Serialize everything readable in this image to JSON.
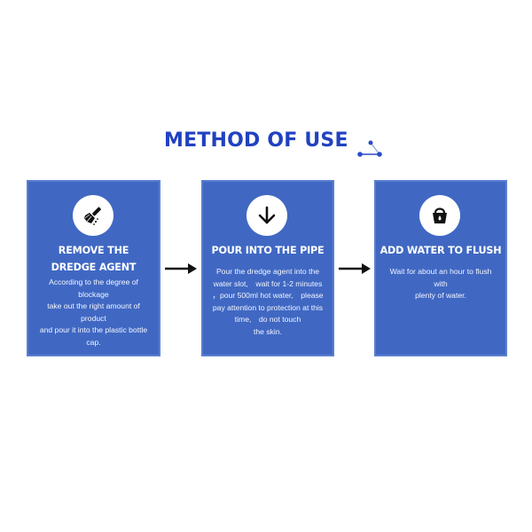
{
  "header": {
    "title": "METHOD OF USE",
    "icon": "network-nodes-icon"
  },
  "colors": {
    "title_blue": "#2141c0",
    "card_blue": "#4068c3",
    "card_border": "#5a7fd0",
    "text_white": "#ffffff",
    "icon_black": "#111111"
  },
  "steps": [
    {
      "icon": "broom-icon",
      "heading_line1": "REMOVE THE",
      "heading_line2": "DREDGE AGENT",
      "body_lines": [
        "According to the degree of",
        "blockage",
        "take out the right amount of",
        "product",
        "and pour it into the plastic bottle",
        "cap."
      ]
    },
    {
      "icon": "arrow-down-icon",
      "heading_line1": "POUR INTO THE PIPE",
      "body_lines": [
        "Pour the dredge agent into the",
        "water slot,　wait for 1-2 minutes",
        "，pour 500ml hot water,　please",
        "pay attention to protection at this",
        "time,　do not touch",
        "the skin."
      ]
    },
    {
      "icon": "water-bucket-icon",
      "heading_line1": "ADD WATER TO FLUSH",
      "body_lines": [
        "Wait for about an hour to flush",
        "with",
        "plenty of water."
      ]
    }
  ],
  "connectors": [
    {
      "icon": "arrow-right-icon"
    },
    {
      "icon": "arrow-right-icon"
    }
  ]
}
